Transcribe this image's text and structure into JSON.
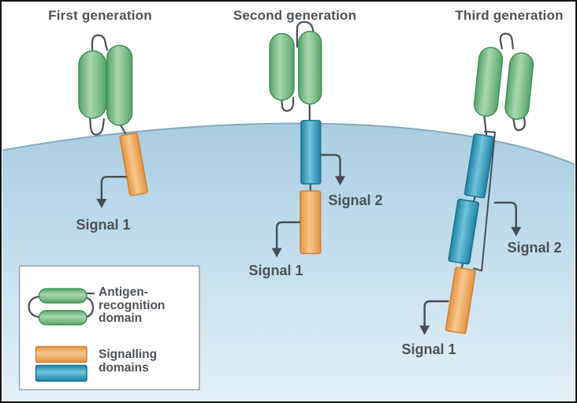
{
  "panels": [
    {
      "title": "First generation",
      "signals": [
        "Signal 1"
      ]
    },
    {
      "title": "Second generation",
      "signals": [
        "Signal 1",
        "Signal 2"
      ]
    },
    {
      "title": "Third generation",
      "signals": [
        "Signal 1",
        "Signal 2"
      ]
    }
  ],
  "legend": {
    "antigen": "Antigen-\nrecognition\ndomain",
    "signalling": "Signalling\ndomains"
  },
  "colors": {
    "antigen_green": "#6cb47c",
    "signal1_orange": "#f0a55e",
    "signal2_blue": "#2f9fc1",
    "membrane_blue": "#b5d5e5",
    "line_and_text": "#4c5156"
  }
}
